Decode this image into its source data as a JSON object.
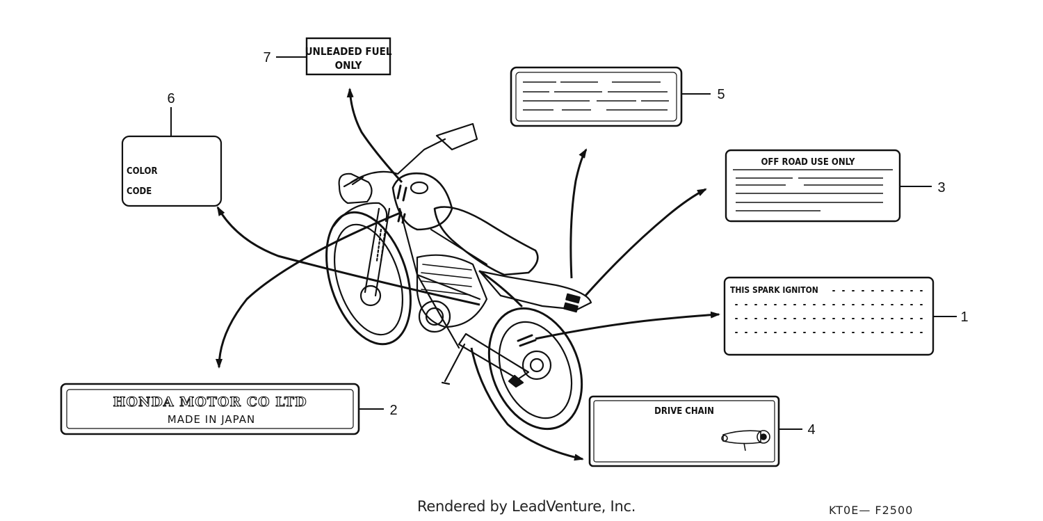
{
  "callouts": [
    {
      "number": "1",
      "text": "THIS SPARK IGNITON"
    },
    {
      "number": "2",
      "line1": "HONDA MOTOR CO LTD",
      "line2": "MADE IN JAPAN"
    },
    {
      "number": "3",
      "text": "OFF ROAD USE ONLY"
    },
    {
      "number": "4",
      "text": "DRIVE CHAIN"
    },
    {
      "number": "5"
    },
    {
      "number": "6",
      "line1": "COLOR",
      "line2": "CODE"
    },
    {
      "number": "7",
      "line1": "UNLEADED FUEL",
      "line2": "ONLY"
    }
  ],
  "footer": {
    "credit": "Rendered by LeadVenture, Inc.",
    "code": "KT0E— F2500"
  }
}
